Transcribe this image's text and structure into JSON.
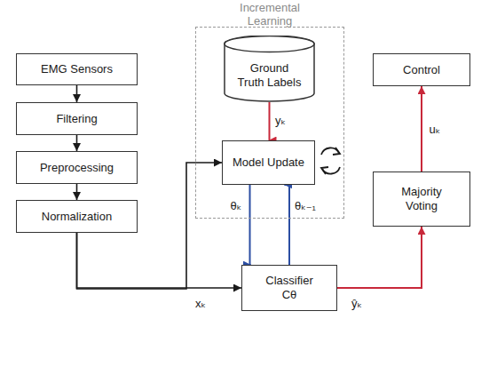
{
  "diagram": {
    "nodes": [
      {
        "text": [
          "EMG Sensors"
        ]
      },
      {
        "text": [
          "Filtering"
        ]
      },
      {
        "text": [
          "Preprocessing"
        ]
      },
      {
        "text": [
          "Normalization"
        ]
      },
      {
        "text": [
          "Incremental Learning"
        ]
      },
      {
        "text": [
          "Ground Truth Labels"
        ],
        "in": 4
      },
      {
        "text": [
          "Model Update"
        ],
        "in": 4
      },
      {
        "text": [
          "Classifier Cθ"
        ]
      },
      {
        "text": [
          "Majority Voting"
        ]
      },
      {
        "text": [
          "Control"
        ]
      }
    ],
    "edges": [
      {
        "from": 0,
        "to": 1,
        "arrow": "to"
      },
      {
        "from": 1,
        "to": 2,
        "arrow": "to"
      },
      {
        "from": 2,
        "to": 3,
        "arrow": "to"
      },
      {
        "from": 3,
        "to": 6,
        "arrow": "to"
      },
      {
        "from": 3,
        "to": 7,
        "arrow": "to",
        "label": "xₖ"
      },
      {
        "from": 5,
        "to": 6,
        "arrow": "to",
        "label": "yₖ"
      },
      {
        "from": 6,
        "to": 7,
        "arrow": "to",
        "label": "θₖ"
      },
      {
        "from": 7,
        "to": 6,
        "arrow": "to",
        "label": "θₖ₋₁"
      },
      {
        "from": 7,
        "to": 8,
        "arrow": "to",
        "label": "ŷₖ"
      },
      {
        "from": 8,
        "to": 9,
        "arrow": "to",
        "label": "uₖ"
      }
    ]
  }
}
